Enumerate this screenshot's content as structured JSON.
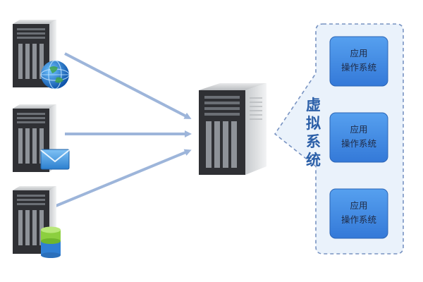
{
  "virtualization_label": [
    "虚",
    "拟",
    "系",
    "统"
  ],
  "os_boxes": [
    {
      "line1": "应用",
      "line2": "操作系统"
    },
    {
      "line1": "应用",
      "line2": "操作系统"
    },
    {
      "line1": "应用",
      "line2": "操作系统"
    }
  ],
  "client_servers": [
    {
      "badge": "globe-icon"
    },
    {
      "badge": "envelope-icon"
    },
    {
      "badge": "database-icon"
    }
  ],
  "colors": {
    "arrow": "#9db5da",
    "os_box_fill": "#3f88e6",
    "dashed_border": "#7893c2",
    "panel_fill": "#eaf2fb"
  }
}
